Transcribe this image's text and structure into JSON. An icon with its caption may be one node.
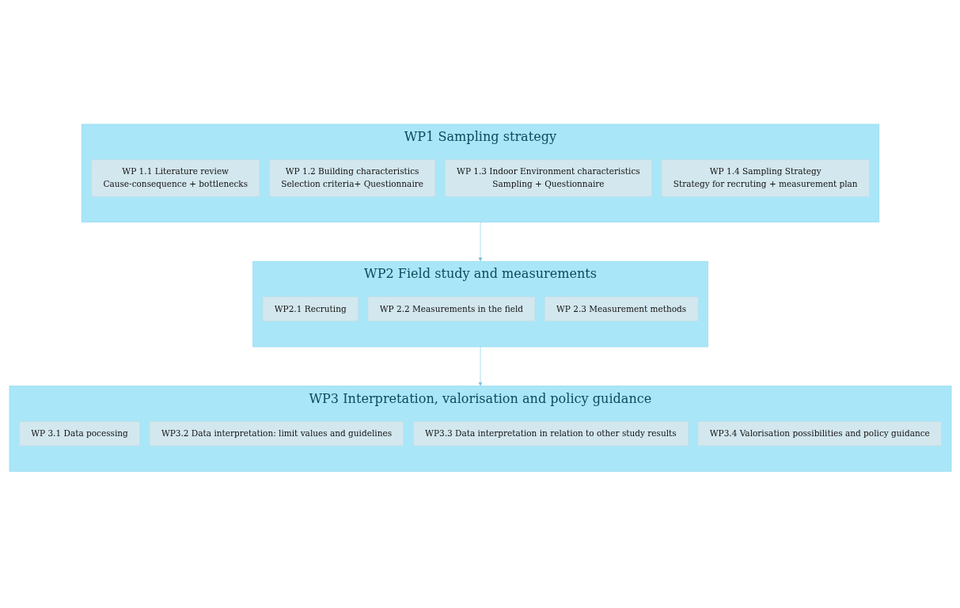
{
  "diagram": {
    "nodes": [
      {
        "text": [
          "WP1 Sampling strategy"
        ]
      },
      {
        "text": [
          "WP 1.1 Literature review",
          "Cause-consequence + bottlenecks"
        ],
        "in": 0
      },
      {
        "text": [
          "WP 1.2 Building characteristics",
          "Selection criteria+ Questionnaire"
        ],
        "in": 0
      },
      {
        "text": [
          "WP 1.3 Indoor Environment characteristics",
          "Sampling + Questionnaire"
        ],
        "in": 0
      },
      {
        "text": [
          "WP 1.4 Sampling Strategy",
          "Strategy for recruting + measurement plan"
        ],
        "in": 0
      },
      {
        "text": [
          "WP2 Field study and measurements"
        ]
      },
      {
        "text": [
          "WP2.1 Recruting"
        ],
        "in": 5
      },
      {
        "text": [
          "WP 2.2 Measurements in the field"
        ],
        "in": 5
      },
      {
        "text": [
          "WP 2.3 Measurement methods"
        ],
        "in": 5
      },
      {
        "text": [
          "WP3 Interpretation, valorisation and policy guidance"
        ]
      },
      {
        "text": [
          "WP 3.1 Data pocessing"
        ],
        "in": 9
      },
      {
        "text": [
          "WP3.2 Data interpretation: limit values and guidelines"
        ],
        "in": 9
      },
      {
        "text": [
          "WP3.3 Data interpretation in relation to other study results"
        ],
        "in": 9
      },
      {
        "text": [
          "WP3.4 Valorisation possibilities and policy guidance"
        ],
        "in": 9
      }
    ],
    "edges": [
      {
        "from": 0,
        "to": 5,
        "arrow": "to"
      },
      {
        "from": 5,
        "to": 9,
        "arrow": "to"
      }
    ]
  }
}
